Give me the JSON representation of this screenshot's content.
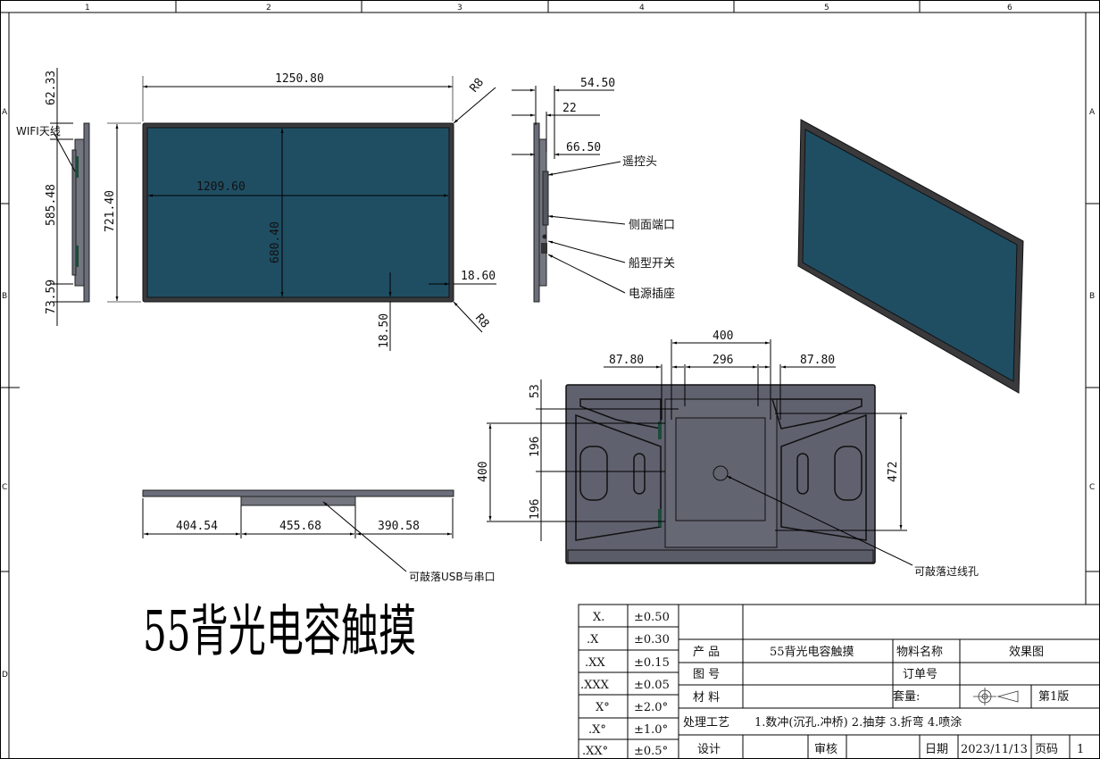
{
  "ruler": {
    "columns": [
      "1",
      "2",
      "3",
      "4",
      "5",
      "6"
    ],
    "rows": [
      "A",
      "B",
      "C",
      "D"
    ]
  },
  "front_view": {
    "width": "1250.80",
    "active_width": "1209.60",
    "height": "721.40",
    "active_height": "680.40",
    "side_border": "18.60",
    "bottom_border": "18.50",
    "radius_top": "R8",
    "radius_bottom": "R8",
    "screen_color": "#1f4e63"
  },
  "left_side_view": {
    "top": "62.33",
    "middle": "585.48",
    "bottom": "73.59",
    "wifi_label": "WIFI天线"
  },
  "right_side_view": {
    "depth_total": "54.50",
    "depth_body": "22",
    "depth_port": "66.50",
    "labels": [
      "遥控头",
      "侧面端口",
      "船型开关",
      "电源插座"
    ]
  },
  "bottom_view": {
    "dims": [
      "404.54",
      "455.68",
      "390.58"
    ],
    "usb_label": "可敲落USB与串口"
  },
  "back_view": {
    "vesa_width": "400",
    "inner_width": "296",
    "left_offset": "87.80",
    "right_offset": "87.80",
    "top_offset": "53",
    "v_upper": "196",
    "v_lower": "196",
    "vesa_height": "400",
    "right_height": "472",
    "hole_label": "可敲落过线孔",
    "back_color": "#5f616e"
  },
  "big_title": "55背光电容触摸",
  "tolerance_table": [
    {
      "spec": "X.",
      "tol": "±0.50"
    },
    {
      "spec": ".X",
      "tol": "±0.30"
    },
    {
      "spec": ".XX",
      "tol": "±0.15"
    },
    {
      "spec": ".XXX",
      "tol": "±0.05"
    },
    {
      "spec": "X°",
      "tol": "±2.0°"
    },
    {
      "spec": ".X°",
      "tol": "±1.0°"
    },
    {
      "spec": ".XX°",
      "tol": "±0.5°"
    }
  ],
  "title_block": {
    "product_label": "产 品",
    "product_value": "55背光电容触摸",
    "material_name_label": "物料名称",
    "material_name_value": "效果图",
    "drawing_no_label": "图 号",
    "order_no_label": "订单号",
    "material_label": "材 料",
    "quantity_label": "套量:",
    "version": "第1版",
    "process_label": "处理工艺",
    "process_value": "1.数冲(沉孔.冲桥) 2.抽芽 3.折弯 4.喷涂",
    "design_label": "设计",
    "review_label": "审核",
    "date_label": "日期",
    "date_value": "2023/11/13",
    "page_label": "页码",
    "page_value": "1"
  }
}
